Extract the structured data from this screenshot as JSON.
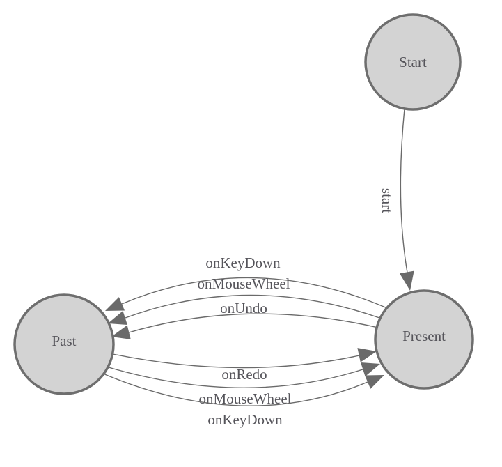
{
  "diagram": {
    "type": "state-machine",
    "background": "#ffffff",
    "colors": {
      "node_fill": "#d3d3d3",
      "node_border": "#6e6e6e",
      "edge_line": "#6a6a6a",
      "arrow_fill": "#6a6a6a",
      "label_text": "#55545a"
    },
    "nodes": [
      {
        "id": "start",
        "label": "Start"
      },
      {
        "id": "past",
        "label": "Past"
      },
      {
        "id": "present",
        "label": "Present"
      }
    ],
    "edges": [
      {
        "id": "start-to-present",
        "from": "Start",
        "to": "Present",
        "label": "start"
      },
      {
        "id": "present-to-past-keydown",
        "from": "Present",
        "to": "Past",
        "label": "onKeyDown"
      },
      {
        "id": "present-to-past-mousewheel",
        "from": "Present",
        "to": "Past",
        "label": "onMouseWheel"
      },
      {
        "id": "present-to-past-undo",
        "from": "Present",
        "to": "Past",
        "label": "onUndo"
      },
      {
        "id": "past-to-present-redo",
        "from": "Past",
        "to": "Present",
        "label": "onRedo"
      },
      {
        "id": "past-to-present-mousewheel",
        "from": "Past",
        "to": "Present",
        "label": "onMouseWheel"
      },
      {
        "id": "past-to-present-keydown",
        "from": "Past",
        "to": "Present",
        "label": "onKeyDown"
      }
    ]
  }
}
